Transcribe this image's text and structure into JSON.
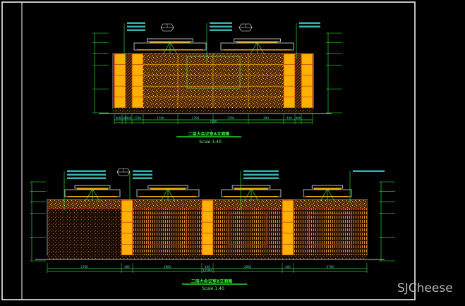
{
  "drawing": {
    "elevation_a": {
      "title": "二层大会议室A立面图",
      "scale": "Scale 1:40",
      "callouts": [
        "1",
        "2"
      ],
      "dimensions": [
        "400",
        "100",
        "300",
        "1700",
        "1700",
        "1700",
        "1700",
        "300",
        "100",
        "400"
      ],
      "total": "7200"
    },
    "elevation_b": {
      "title": "二层大会议室B立面图",
      "scale": "Scale 1:40",
      "callouts": [
        "3"
      ],
      "dimensions": [
        "2700",
        "400",
        "2600",
        "400",
        "2600",
        "400",
        "2700"
      ],
      "total": "13500"
    }
  },
  "watermark": "SJCheese",
  "colors": {
    "frame": "#ffffff",
    "dim": "#33dd33",
    "panel": "#ffb000",
    "speckle": "#c8641e",
    "label": "#41e0e0"
  }
}
